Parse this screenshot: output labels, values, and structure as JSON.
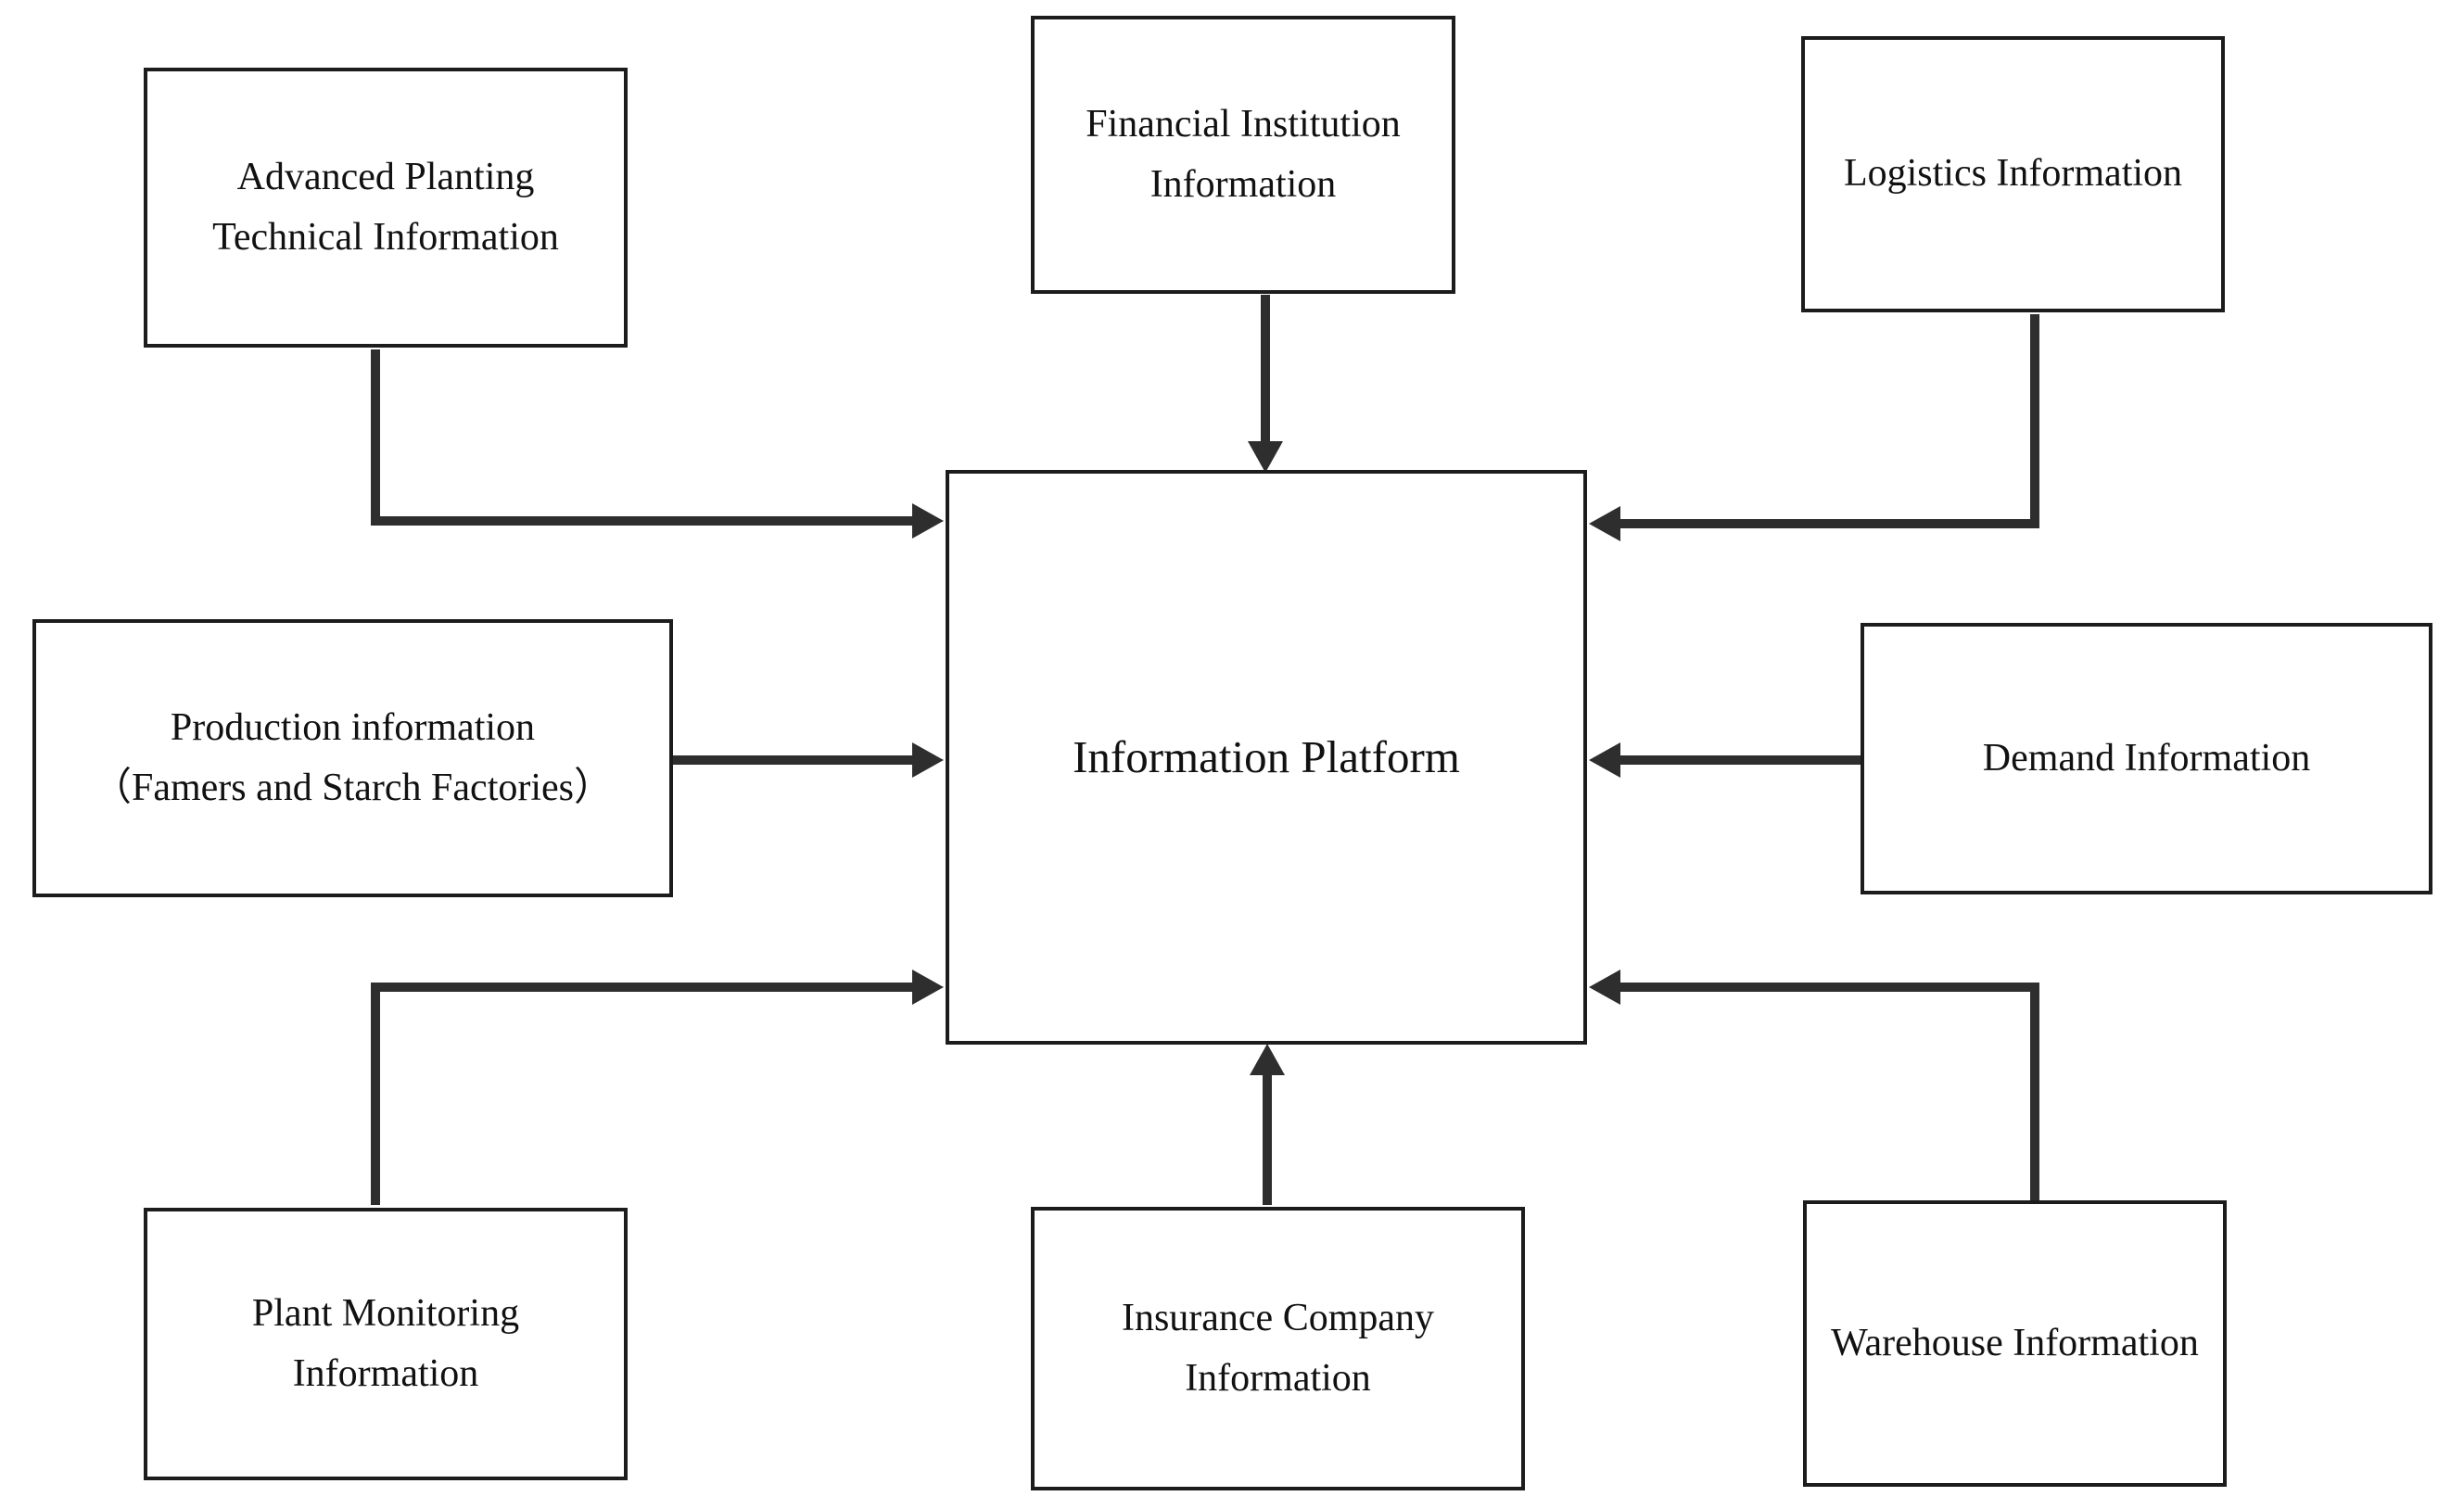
{
  "diagram": {
    "type": "hub-and-spoke information flow diagram",
    "background": "#ffffff",
    "colors": {
      "line": "#2e2e2e",
      "box_border": "#1c1c1c",
      "text": "#111111"
    },
    "platform": {
      "label": "Information Platform"
    },
    "nodes": {
      "advanced_planting": {
        "label": "Advanced Planting\nTechnical Information"
      },
      "financial_institution": {
        "label": "Financial Institution\nInformation"
      },
      "logistics": {
        "label": "Logistics Information"
      },
      "production": {
        "label": "Production information\n（Famers and Starch Factories）"
      },
      "demand": {
        "label": "Demand Information"
      },
      "plant_monitoring": {
        "label": "Plant Monitoring\nInformation"
      },
      "insurance": {
        "label": "Insurance Company\nInformation"
      },
      "warehouse": {
        "label": "Warehouse Information"
      }
    },
    "connections": [
      {
        "from": "advanced_planting",
        "to": "platform",
        "direction": "into-platform"
      },
      {
        "from": "financial_institution",
        "to": "platform",
        "direction": "into-platform"
      },
      {
        "from": "logistics",
        "to": "platform",
        "direction": "into-platform"
      },
      {
        "from": "production",
        "to": "platform",
        "direction": "into-platform"
      },
      {
        "from": "demand",
        "to": "platform",
        "direction": "into-platform"
      },
      {
        "from": "plant_monitoring",
        "to": "platform",
        "direction": "into-platform"
      },
      {
        "from": "insurance",
        "to": "platform",
        "direction": "into-platform"
      },
      {
        "from": "warehouse",
        "to": "platform",
        "direction": "into-platform"
      }
    ]
  }
}
